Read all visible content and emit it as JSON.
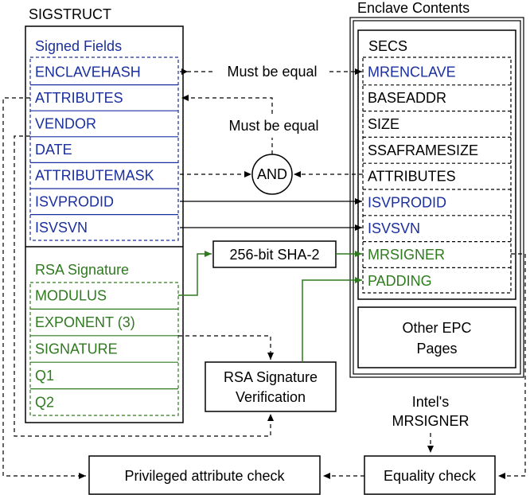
{
  "sigstruct": {
    "title": "SIGSTRUCT",
    "signed_fields": {
      "title": "Signed Fields",
      "fields": [
        "ENCLAVEHASH",
        "ATTRIBUTES",
        "VENDOR",
        "DATE",
        "ATTRIBUTEMASK",
        "ISVPRODID",
        "ISVSVN"
      ]
    },
    "rsa_signature": {
      "title": "RSA Signature",
      "fields": [
        "MODULUS",
        "EXPONENT (3)",
        "SIGNATURE",
        "Q1",
        "Q2"
      ]
    }
  },
  "enclave": {
    "title": "Enclave Contents",
    "secs": {
      "title": "SECS",
      "fields": [
        {
          "label": "MRENCLAVE",
          "color": "#1a2fa0"
        },
        {
          "label": "BASEADDR",
          "color": "#000000"
        },
        {
          "label": "SIZE",
          "color": "#000000"
        },
        {
          "label": "SSAFRAMESIZE",
          "color": "#000000"
        },
        {
          "label": "ATTRIBUTES",
          "color": "#000000"
        },
        {
          "label": "ISVPRODID",
          "color": "#1a2fa0"
        },
        {
          "label": "ISVSVN",
          "color": "#1a2fa0"
        },
        {
          "label": "MRSIGNER",
          "color": "#2f7a1f"
        },
        {
          "label": "PADDING",
          "color": "#2f7a1f"
        }
      ]
    },
    "other_pages": {
      "line1": "Other EPC",
      "line2": "Pages"
    }
  },
  "labels": {
    "must_be_equal_1": "Must be equal",
    "must_be_equal_2": "Must be equal",
    "and_gate": "AND",
    "sha": "256-bit SHA-2",
    "rsa_verify_line1": "RSA Signature",
    "rsa_verify_line2": "Verification",
    "intel_line1": "Intel's",
    "intel_line2": "MRSIGNER",
    "equality_check": "Equality check",
    "privileged_check": "Privileged attribute check"
  },
  "colors": {
    "blue": "#1a2fa0",
    "green": "#2f7a1f",
    "black": "#000000"
  }
}
